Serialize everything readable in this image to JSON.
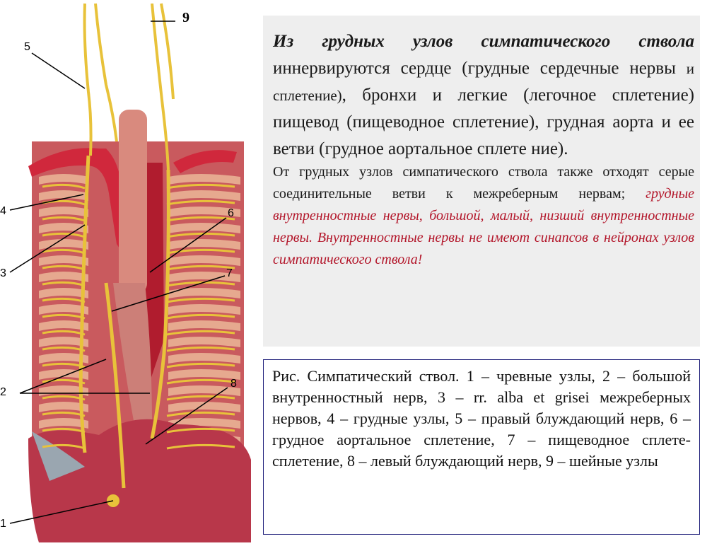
{
  "figure": {
    "labels": {
      "l9": "9",
      "l5": "5",
      "l4": "4",
      "l3": "3",
      "l6": "6",
      "l7": "7",
      "l2": "2",
      "l8": "8",
      "l1": "1"
    }
  },
  "text": {
    "lead": "Из грудных узлов симпатического ствола",
    "part1": " иннервируются сердце (грудные сердечные нервы ",
    "part1_small": "и сплетение)",
    "part2": ", бронхи и легкие (легочное сплетение) пищевод (пищеводное сплетение), грудная аорта и ее ветви (грудное аортальное сплете ние).",
    "part3": " От грудных узлов симпатического ствола также отходят серые соединительные ветви к межреберным нервам; ",
    "part4_red": "грудные внутренностные нервы, большой, малый, низший внутренностные нервы. Внутренностные нервы не имеют синапсов в нейронах узлов симпатического ствола!"
  },
  "caption": "Рис. Симпатический ствол. 1 – чревные узлы, 2 – большой внутренностный нерв, 3 – rr. alba et grisei межреберных нервов, 4 – грудные узлы, 5 – правый блуждающий нерв, 6 – грудное аортальное сплетение, 7 – пищеводное сплете-сплетение, 8 – левый блуждающий нерв, 9 – шейные узлы",
  "colors": {
    "nerve": "#e8c23a",
    "artery": "#d0283c",
    "rib": "#e6a98f",
    "muscle": "#b8374a",
    "accent_red": "#b3162a",
    "caption_border": "#1f1f7a"
  }
}
